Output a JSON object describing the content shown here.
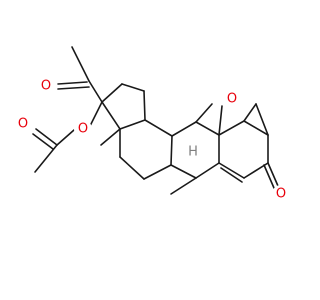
{
  "atoms": [
    {
      "id": "o_acetyl_ketone",
      "symbol": "O",
      "color": "#e8000b"
    },
    {
      "id": "o_ester_carbonyl",
      "symbol": "O",
      "color": "#e8000b"
    },
    {
      "id": "o_ester",
      "symbol": "O",
      "color": "#e8000b"
    },
    {
      "id": "o_epoxide",
      "symbol": "O",
      "color": "#e8000b"
    },
    {
      "id": "h_ring_junction",
      "symbol": "H",
      "color": "#7f7f7f"
    },
    {
      "id": "o_enone",
      "symbol": "O",
      "color": "#e8000b"
    }
  ]
}
